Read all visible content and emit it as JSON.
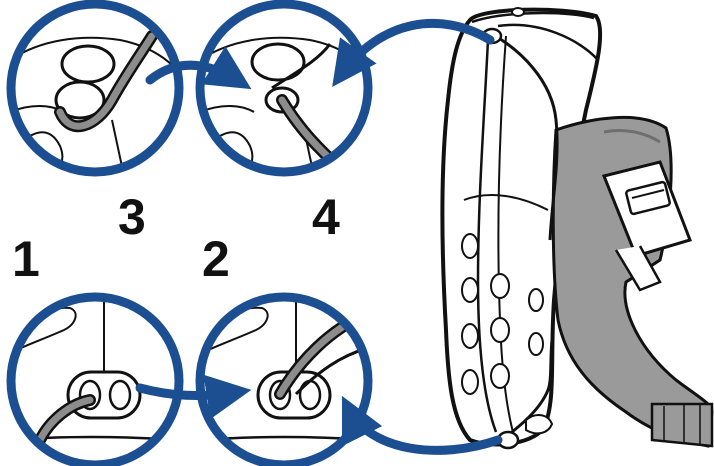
{
  "steps": [
    {
      "label": "1"
    },
    {
      "label": "2"
    },
    {
      "label": "3"
    },
    {
      "label": "4"
    }
  ],
  "colors": {
    "ring": "#1c4f92",
    "line": "#111111",
    "strap": "#9a9a9a",
    "strap_dark": "#6f6f6f",
    "background": "#ffffff"
  },
  "icons": [
    "magnifier-circle",
    "curved-arrow",
    "phone-outline",
    "wrist-strap",
    "strap-buckle",
    "cord-loop"
  ]
}
